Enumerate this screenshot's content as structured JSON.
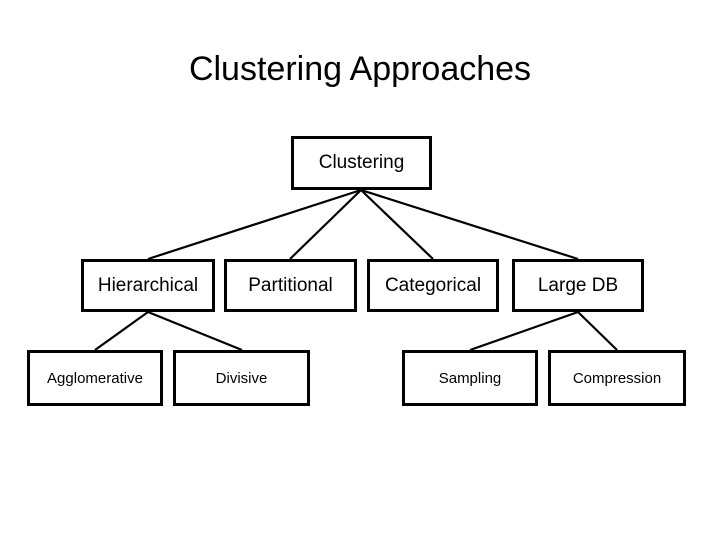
{
  "slide": {
    "title": "Clustering Approaches",
    "background_color": "#ffffff",
    "line_color": "#000000",
    "text_color": "#000000"
  },
  "diagram": {
    "type": "tree",
    "levels": 3,
    "root": {
      "id": "clustering",
      "label": "Clustering"
    },
    "level2": [
      {
        "id": "hierarchical",
        "label": "Hierarchical"
      },
      {
        "id": "partitional",
        "label": "Partitional"
      },
      {
        "id": "categorical",
        "label": "Categorical"
      },
      {
        "id": "large-db",
        "label": "Large DB"
      }
    ],
    "level3": [
      {
        "id": "agglomerative",
        "label": "Agglomerative",
        "parent": "hierarchical"
      },
      {
        "id": "divisive",
        "label": "Divisive",
        "parent": "hierarchical"
      },
      {
        "id": "sampling",
        "label": "Sampling",
        "parent": "large-db"
      },
      {
        "id": "compression",
        "label": "Compression",
        "parent": "large-db"
      }
    ],
    "edges": [
      {
        "from": "clustering",
        "to": "hierarchical"
      },
      {
        "from": "clustering",
        "to": "partitional"
      },
      {
        "from": "clustering",
        "to": "categorical"
      },
      {
        "from": "clustering",
        "to": "large-db"
      },
      {
        "from": "hierarchical",
        "to": "agglomerative"
      },
      {
        "from": "hierarchical",
        "to": "divisive"
      },
      {
        "from": "large-db",
        "to": "sampling"
      },
      {
        "from": "large-db",
        "to": "compression"
      }
    ]
  }
}
